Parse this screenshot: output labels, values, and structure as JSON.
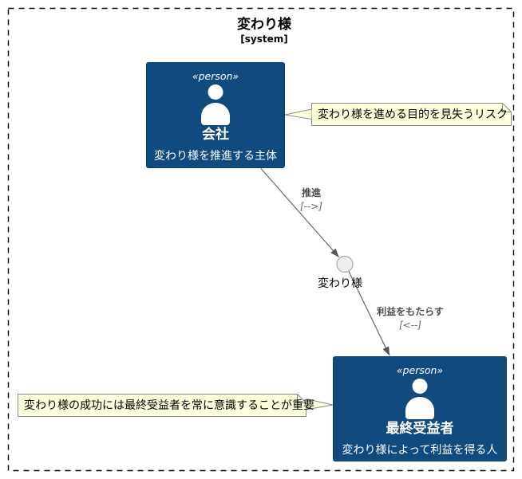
{
  "diagram": {
    "title": "変わり様",
    "subtitle": "[system]"
  },
  "company": {
    "stereotype": "«person»",
    "name": "会社",
    "description": "変わり様を推進する主体"
  },
  "beneficiary": {
    "stereotype": "«person»",
    "name": "最終受益者",
    "description": "変わり様によって利益を得る人"
  },
  "change_node": {
    "label": "変わり様"
  },
  "relations": {
    "promote": {
      "label": "推進",
      "direction": "[-->]"
    },
    "benefit": {
      "label": "利益をもたらす",
      "direction": "[<--]"
    }
  },
  "notes": {
    "risk": {
      "text": "変わり様を進める目的を見失うリスク"
    },
    "importance": {
      "text": "変わり様の成功には最終受益者を常に意識することが重要"
    }
  },
  "colors": {
    "person_fill": "#114A7E",
    "person_border": "#073B6F",
    "person_text": "#FFFFFF",
    "note_fill": "#FEFFDD",
    "note_border": "#8A8A8A",
    "arrow": "#666666",
    "arrowhead": "#555555",
    "node_fill": "#EEEEEE",
    "node_border": "#999999",
    "label_text": "#4D4D4D",
    "frame_border": "#000000"
  }
}
